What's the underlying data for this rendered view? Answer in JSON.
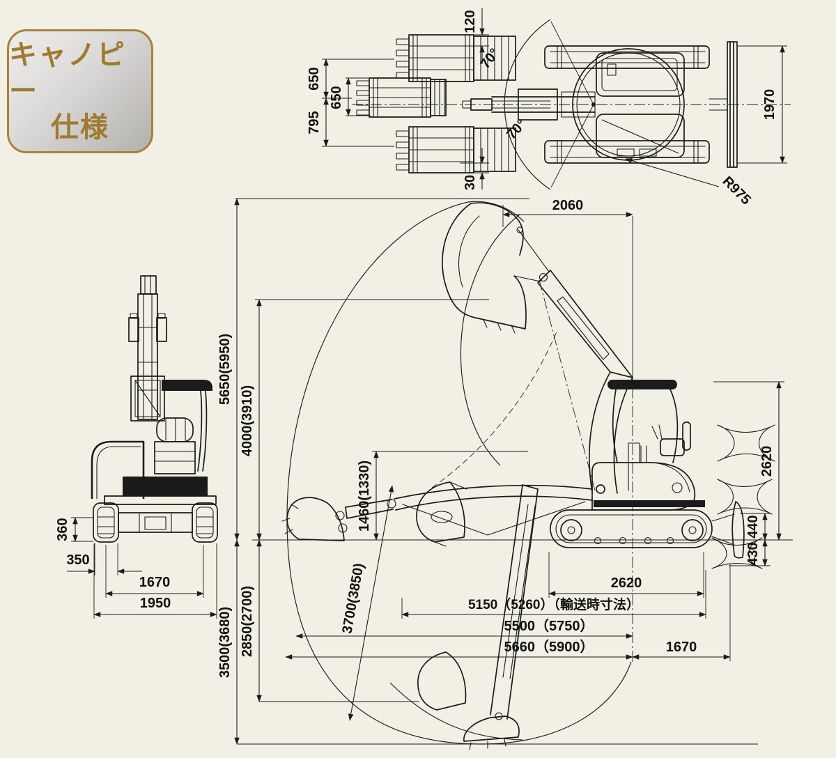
{
  "badge": {
    "line1": "キャノピー",
    "line2": "仕様"
  },
  "colors": {
    "background": "#f2efe5",
    "line": "#1b1b1b",
    "badge_border": "#a8813d",
    "badge_text": "#a07a2e",
    "badge_fill_light": "#ededeb",
    "badge_fill_dark": "#b3b1ae"
  },
  "top_view": {
    "d120": "120",
    "d650_outer": "650",
    "d650_inner": "650",
    "d795": "795",
    "d30": "30",
    "angle_upper": "70°",
    "angle_lower": "70°",
    "d1970": "1970",
    "r975": "R975"
  },
  "front_view": {
    "d360": "360",
    "d350": "350",
    "d1670": "1670",
    "d1950": "1950"
  },
  "side_view": {
    "d2060": "2060",
    "d5650": "5650(5950)",
    "d4000": "4000(3910)",
    "d1460": "1460(1330)",
    "d2620_height": "2620",
    "d440": "440",
    "d430": "430",
    "d2850": "2850(2700)",
    "d3500": "3500(3680)",
    "d3700": "3700(3850)",
    "d2620_track": "2620",
    "d5150": "5150（5260）（輸送時寸法）",
    "d5500": "5500（5750）",
    "d5660": "5660（5900）",
    "d1670_rear": "1670"
  }
}
